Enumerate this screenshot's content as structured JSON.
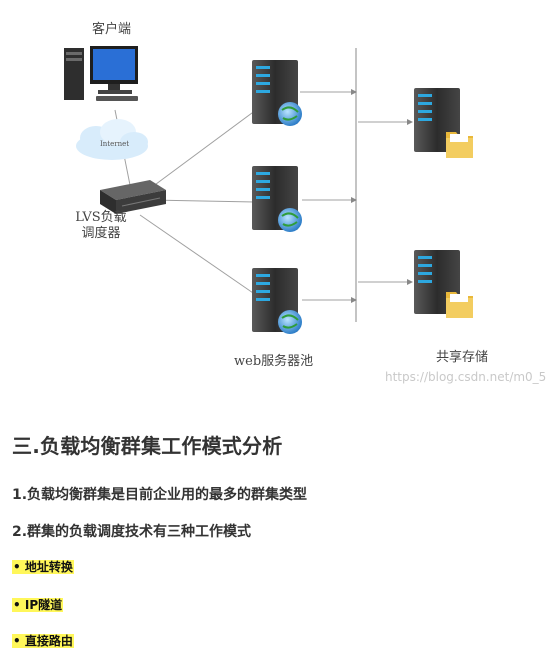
{
  "figure": {
    "client_label": "客户端",
    "internet_label": "Internet",
    "lvs_label": "LVS负载调度器",
    "web_pool_label": "web服务器池",
    "storage_label": "共享存储",
    "watermark": "https://blog.csdn.net/m0_5"
  },
  "article": {
    "heading": "三.负载均衡群集工作模式分析",
    "paragraphs": [
      "1.负载均衡群集是目前企业用的最多的群集类型",
      "2.群集的负载调度技术有三种工作模式"
    ],
    "bullets": [
      "• 地址转换",
      "• IP隧道",
      "• 直接路由"
    ]
  },
  "colors": {
    "highlight": "#fff75a",
    "server_body": "#3a3a3a",
    "monitor_screen": "#2a6fd6",
    "line": "#9a9a9a"
  }
}
